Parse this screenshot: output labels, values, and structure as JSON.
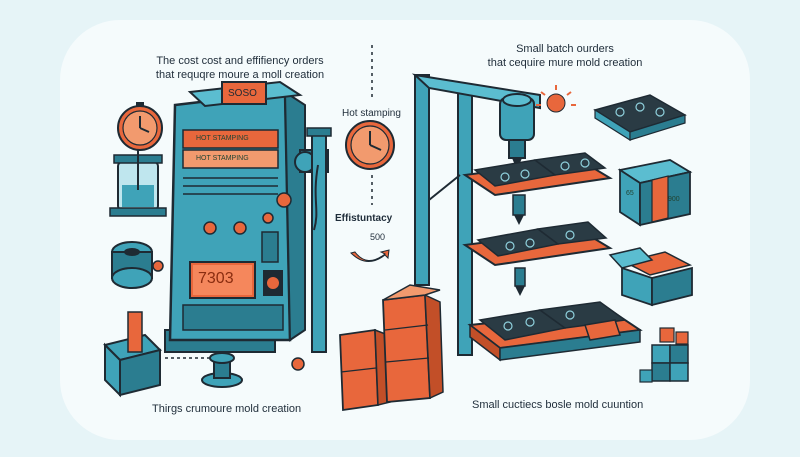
{
  "text": {
    "left_top_line1": "The  cost cost and effifiency orders",
    "left_top_line2": "that requqre moure a moll creation",
    "right_top_line1": "Small batch ourders",
    "right_top_line2": "that cequire mure mold creation",
    "mid_hot": "Hot stamping",
    "mid_eff": "Effistuntacy",
    "mid_500": "500",
    "left_bottom": "Thirgs crumoure mold creation",
    "right_bottom": "Small cuctiecs bosle mold cuuntion",
    "machine_sign": "SOSO",
    "machine_label1": "HOT STAMPING",
    "machine_label2": "HOT STAMPING",
    "machine_display": "7303",
    "box_label": "900",
    "box_label2": "65"
  },
  "colors": {
    "background": "#e6f4f7",
    "teal": "#3fa3b8",
    "teal_dark": "#2b7d90",
    "orange": "#e8673c",
    "outline": "#1e2a33"
  }
}
